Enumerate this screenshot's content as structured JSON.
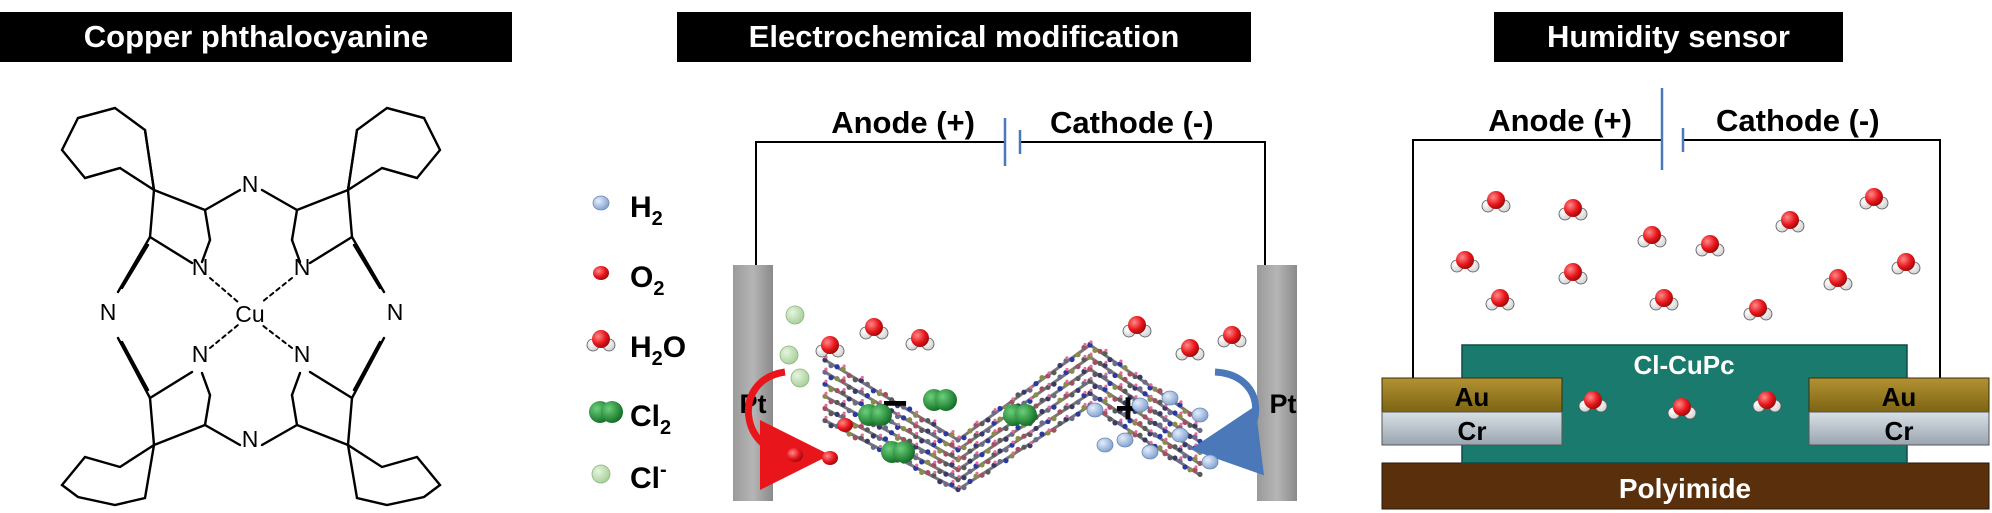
{
  "panels": {
    "copper": {
      "title": "Copper phthalocyanine"
    },
    "electrochem": {
      "title": "Electrochemical modification"
    },
    "humidity": {
      "title": "Humidity sensor"
    }
  },
  "molecule": {
    "metal": "Cu",
    "nitrogen": "N"
  },
  "circuit": {
    "anode": "Anode (+)",
    "cathode": "Cathode (-)",
    "electrode": "Pt"
  },
  "legend": [
    {
      "key": "h2",
      "base": "H",
      "sub": "2",
      "color": "#9db8dd"
    },
    {
      "key": "o2",
      "base": "O",
      "sub": "2",
      "color": "#e8161b"
    },
    {
      "key": "h2o",
      "base": "H",
      "sub": "2",
      "tail": "O",
      "color": "#e8161b"
    },
    {
      "key": "cl2",
      "base": "Cl",
      "sub": "2",
      "color": "#1e8a2e"
    },
    {
      "key": "cl-",
      "base": "Cl",
      "sup": "-",
      "color": "#b8dbb0"
    }
  ],
  "signs": {
    "minus": "−",
    "plus": "+"
  },
  "device": {
    "sensing_layer": "Cl-CuPc",
    "electrode_top": "Au",
    "electrode_bottom": "Cr",
    "substrate": "Polyimide",
    "colors": {
      "sensing": "#1a7a6e",
      "au": "#9a7d1f",
      "cr": "#b8c2cc",
      "substrate": "#5a2f0c"
    }
  }
}
